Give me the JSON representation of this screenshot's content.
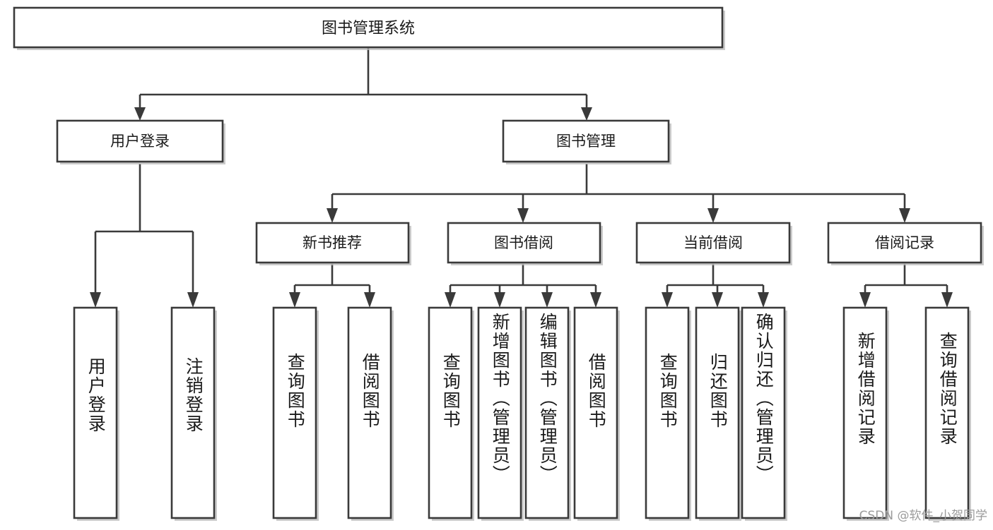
{
  "diagram": {
    "type": "tree-hierarchy-chart",
    "root": {
      "id": "root",
      "label": "图书管理系统",
      "orientation": "horizontal"
    },
    "level2": [
      {
        "id": "user-login",
        "label": "用户登录",
        "orientation": "horizontal"
      },
      {
        "id": "book-manage",
        "label": "图书管理",
        "orientation": "horizontal"
      }
    ],
    "level3": [
      {
        "id": "new-book-recommend",
        "label": "新书推荐",
        "orientation": "horizontal"
      },
      {
        "id": "book-borrow",
        "label": "图书借阅",
        "orientation": "horizontal"
      },
      {
        "id": "current-borrow",
        "label": "当前借阅",
        "orientation": "horizontal"
      },
      {
        "id": "borrow-record",
        "label": "借阅记录",
        "orientation": "horizontal"
      }
    ],
    "leaves": [
      {
        "id": "leaf-user-login",
        "label": "用户登录",
        "parent": "user-login",
        "orientation": "vertical"
      },
      {
        "id": "leaf-logout-login",
        "label": "注销登录",
        "parent": "user-login",
        "orientation": "vertical"
      },
      {
        "id": "leaf-query-book-1",
        "label": "查询图书",
        "parent": "new-book-recommend",
        "orientation": "vertical"
      },
      {
        "id": "leaf-borrow-book-1",
        "label": "借阅图书",
        "parent": "new-book-recommend",
        "orientation": "vertical"
      },
      {
        "id": "leaf-query-book-2",
        "label": "查询图书",
        "parent": "book-borrow",
        "orientation": "vertical"
      },
      {
        "id": "leaf-add-book",
        "label": "新增图书（管理员）",
        "parent": "book-borrow",
        "orientation": "vertical"
      },
      {
        "id": "leaf-edit-book",
        "label": "编辑图书（管理员）",
        "parent": "book-borrow",
        "orientation": "vertical"
      },
      {
        "id": "leaf-borrow-book-2",
        "label": "借阅图书",
        "parent": "book-borrow",
        "orientation": "vertical"
      },
      {
        "id": "leaf-query-book-3",
        "label": "查询图书",
        "parent": "current-borrow",
        "orientation": "vertical"
      },
      {
        "id": "leaf-return-book",
        "label": "归还图书",
        "parent": "current-borrow",
        "orientation": "vertical"
      },
      {
        "id": "leaf-confirm-return",
        "label": "确认归还（管理员）",
        "parent": "current-borrow",
        "orientation": "vertical"
      },
      {
        "id": "leaf-add-record",
        "label": "新增借阅记录",
        "parent": "borrow-record",
        "orientation": "vertical"
      },
      {
        "id": "leaf-query-record",
        "label": "查询借阅记录",
        "parent": "borrow-record",
        "orientation": "vertical"
      }
    ],
    "colors": {
      "stroke": "#3a3a3a",
      "fill": "#ffffff",
      "text": "#1a1a1a",
      "shadow": "#b9b9b9",
      "watermark": "#9b9b9b"
    }
  },
  "watermark": {
    "text": "CSDN @软件_小贺同学"
  }
}
